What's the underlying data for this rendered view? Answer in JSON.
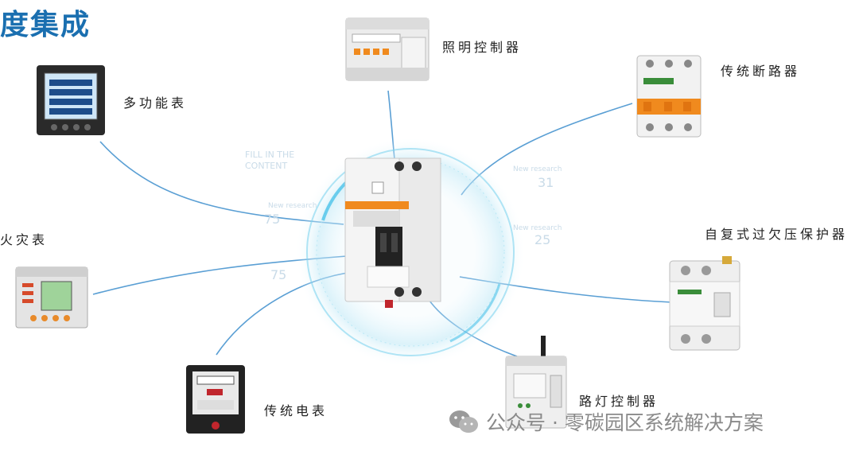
{
  "title": "度集成",
  "center_ghost": {
    "fill_in": "FILL IN THE",
    "content": "CONTENT",
    "new_research_1": "New research",
    "num_1": "75",
    "num_2": "75",
    "new_research_2": "New research",
    "num_3": "31",
    "new_research_3": "New research",
    "num_4": "25"
  },
  "labels": {
    "lighting_controller": "照明控制器",
    "multifunction_meter": "多功能表",
    "traditional_breaker": "传统断路器",
    "fire_meter": "火灾表",
    "self_reset_protector": "自复式过欠压保护器",
    "traditional_meter": "传统电表",
    "streetlight_controller": "路灯控制器"
  },
  "watermark": {
    "text": "公众号 · 零碳园区系统解决方案"
  },
  "colors": {
    "accent": "#1a6fb0",
    "line": "#5a9fd4",
    "glow": "#7fd4ef",
    "breaker_orange": "#f08a1e"
  }
}
